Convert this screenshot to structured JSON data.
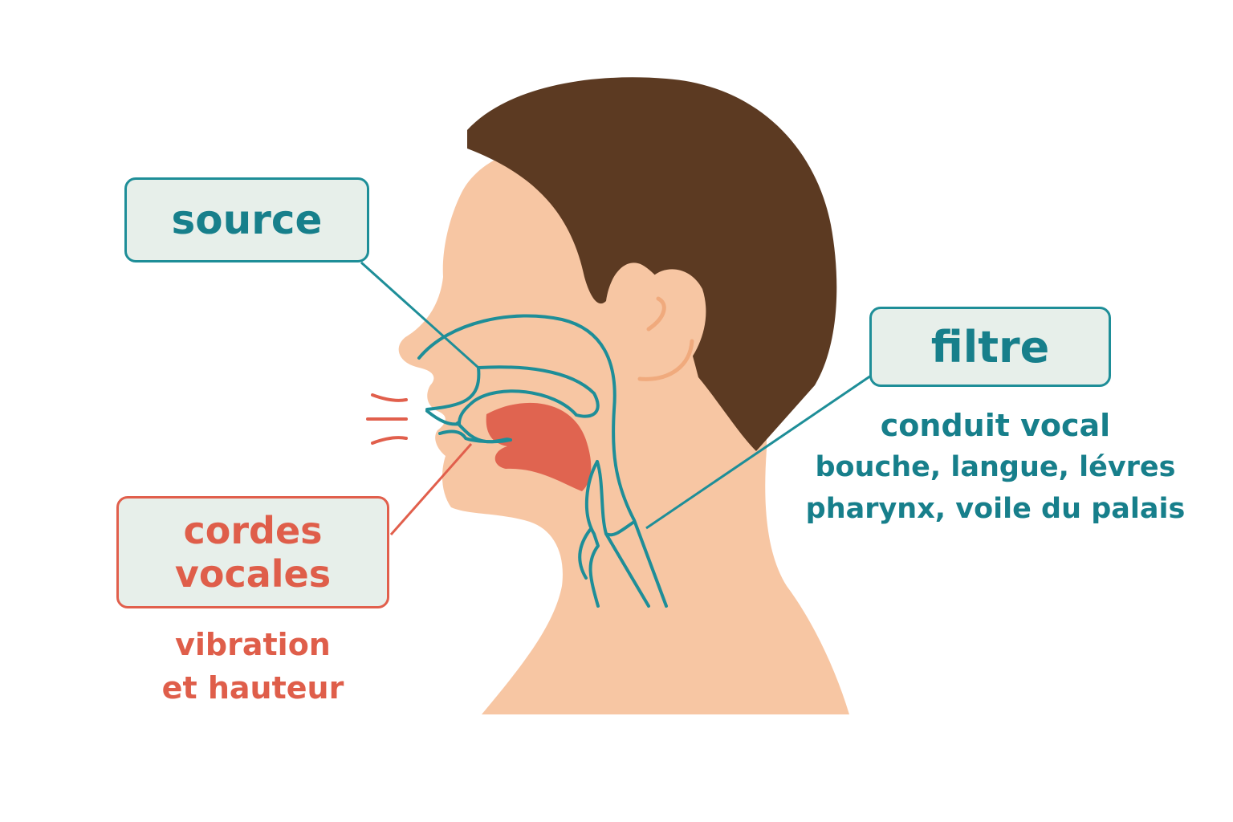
{
  "labels": {
    "source": "source",
    "filtre": "filtre",
    "cordes_line1": "cordes",
    "cordes_line2": "vocales"
  },
  "notes": {
    "cordes": [
      "vibration",
      "et hauteur"
    ],
    "filtre": [
      "conduit vocal",
      "bouche, langue, lévres",
      "pharynx, voile du palais"
    ]
  },
  "colors": {
    "teal": "#1e8e98",
    "red": "#e15f4c",
    "skin": "#f7c6a3",
    "hair": "#5c3a22",
    "tongue": "#e06450",
    "box_fill": "#e7efea"
  },
  "icons": [
    "head-profile-illustration",
    "sound-waves-icon",
    "ear-icon"
  ]
}
